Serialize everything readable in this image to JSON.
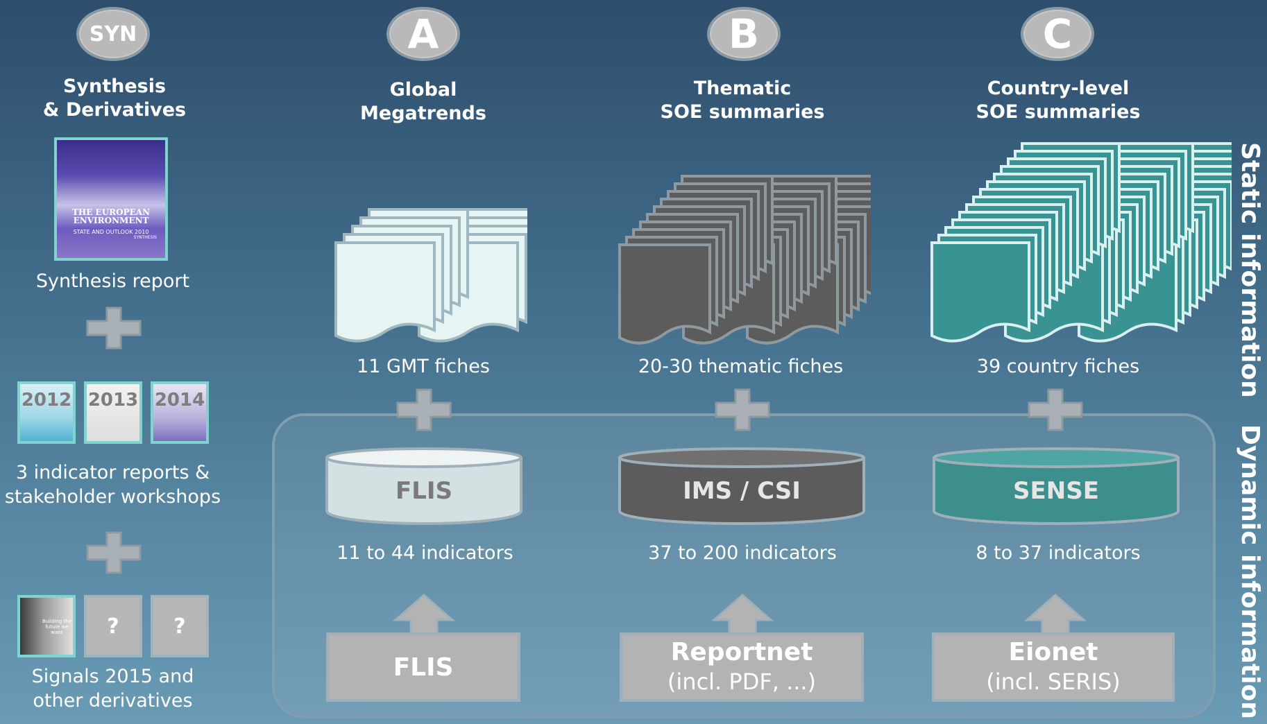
{
  "columns": {
    "syn": {
      "badge": "SYN",
      "title_line1": "Synthesis",
      "title_line2": "& Derivatives"
    },
    "a": {
      "badge": "A",
      "title_line1": "Global",
      "title_line2": "Megatrends",
      "fiches": "11 GMT fiches",
      "db": "FLIS",
      "indicators": "11 to 44 indicators",
      "source_title": "FLIS",
      "source_sub": ""
    },
    "b": {
      "badge": "B",
      "title_line1": "Thematic",
      "title_line2": "SOE summaries",
      "fiches": "20-30  thematic fiches",
      "db": "IMS / CSI",
      "indicators": "37 to 200 indicators",
      "source_title": "Reportnet",
      "source_sub": "(incl. PDF, ...)"
    },
    "c": {
      "badge": "C",
      "title_line1": "Country-level",
      "title_line2": "SOE summaries",
      "fiches": "39 country fiches",
      "db": "SENSE",
      "indicators": "8 to 37 indicators",
      "source_title": "Eionet",
      "source_sub": "(incl. SERIS)"
    }
  },
  "synthesis": {
    "cover_title": "THE EUROPEAN ENVIRONMENT",
    "cover_sub": "STATE AND OUTLOOK 2010",
    "cover_tag": "SYNTHESIS",
    "report_label": "Synthesis report",
    "years": [
      "2012",
      "2013",
      "2014"
    ],
    "indicator_line1": "3 indicator reports &",
    "indicator_line2": "stakeholder workshops",
    "signals_caption": "Building the future we want",
    "question": "?",
    "signals_line1": "Signals 2015 and",
    "signals_line2": "other derivatives"
  },
  "side": {
    "static": "Static information",
    "dynamic": "Dynamic information"
  },
  "colors": {
    "fiche_a": "#e6f4f4",
    "fiche_b": "#5c5c5c",
    "fiche_c": "#3a9393",
    "db_a": "#d3e1e2",
    "db_b": "#5c5c5c",
    "db_c": "#3d8f8e",
    "source": "#b3b3b3",
    "plus": "#a9b1b6"
  }
}
